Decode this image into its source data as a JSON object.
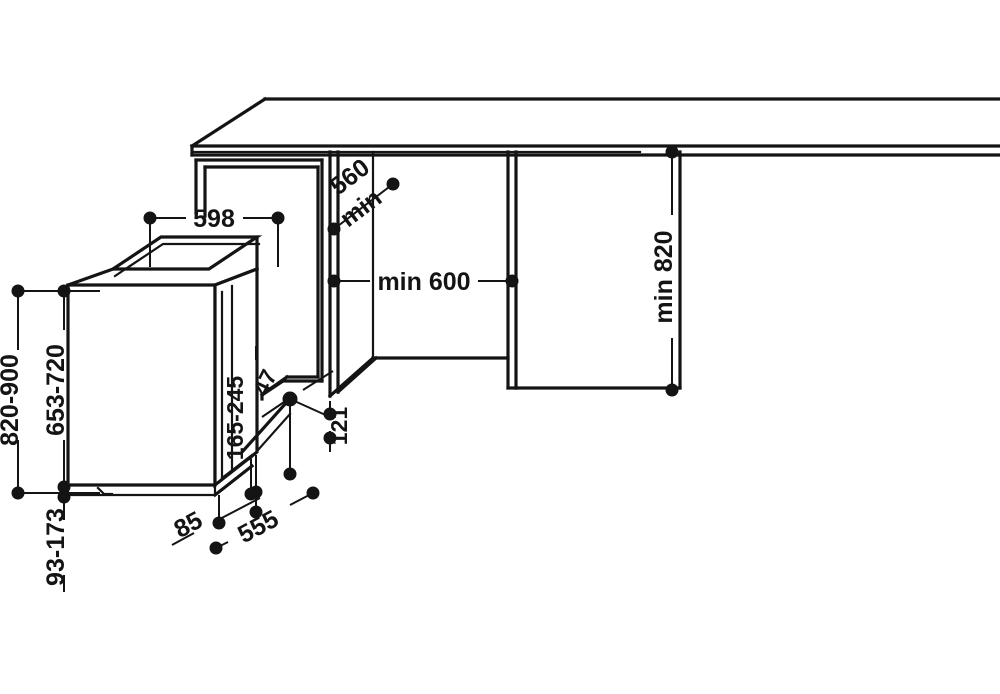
{
  "drawing": {
    "title": "Built-in dishwasher installation niche dimensions",
    "units": "mm",
    "background_color": "#ffffff",
    "line_color": "#141414"
  },
  "dimensions": {
    "appliance_width": "598",
    "niche_depth_min": "560",
    "niche_depth_min_suffix": "min",
    "niche_width_min": "min 600",
    "niche_height_min": "min 820",
    "worktop_height_range": "820-900",
    "niche_height_range": "653-720",
    "plinth_height_range": "93-173",
    "door_panel_height_range": "165-245",
    "door_panel_offset": "47",
    "plinth_recess": "85",
    "door_panel_width": "555",
    "foot_offset": "121"
  },
  "labels": {
    "w598": "598",
    "d560": "560",
    "d560_min": "min",
    "w600": "min 600",
    "h820": "min 820",
    "h820_900": "820-900",
    "h653_720": "653-720",
    "h93_173": "93-173",
    "h165_245": "165-245",
    "d47": "47",
    "d85": "85",
    "d555": "555",
    "d121": "121"
  },
  "parts": {
    "worktop": "worktop",
    "cabinet_niche": "cabinet-niche",
    "appliance_body": "appliance-body",
    "appliance_door": "appliance-door",
    "plinth": "plinth",
    "side_panel_left": "side-panel-left",
    "side_panel_right": "side-panel-right"
  }
}
